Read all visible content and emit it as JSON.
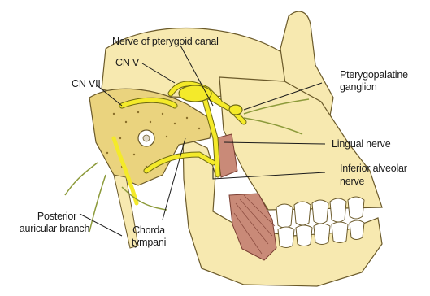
{
  "labels": {
    "nerve_pterygoid_canal": "Nerve of pterygoid canal",
    "cn_v": "CN V",
    "cn_vii": "CN VII",
    "pterygopalatine_1": "Pterygopalatine",
    "pterygopalatine_2": "ganglion",
    "lingual_nerve": "Lingual nerve",
    "inferior_alveolar_1": "Inferior alveolar",
    "inferior_alveolar_2": "nerve",
    "posterior_1": "Posterior",
    "posterior_2": "auricular branch",
    "chorda_1": "Chorda",
    "chorda_2": "tympani"
  },
  "colors": {
    "bone": "#f7e9b0",
    "bone_shadow": "#ead37e",
    "bone_outline": "#6b5a2a",
    "nerve": "#f4ea2a",
    "nerve_outline": "#6f6a12",
    "muscle": "#c98a78",
    "tooth": "#ffffff"
  }
}
